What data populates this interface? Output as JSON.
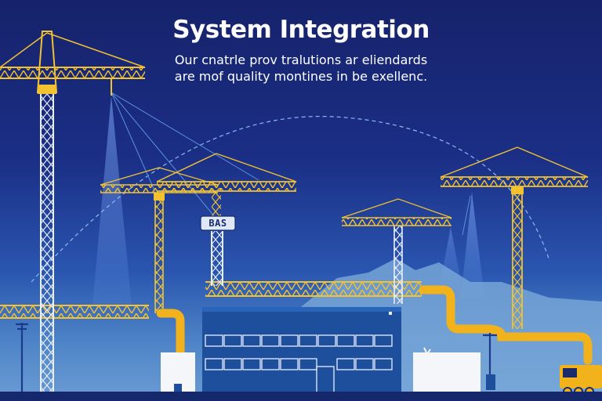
{
  "header": {
    "title": "System Integration",
    "subtitle_lines": [
      "Our cnatrle prov tralutions ar eliendards",
      "are mof quality montines in be exellenc."
    ]
  },
  "sign": {
    "label": "BAS"
  },
  "colors": {
    "sky_top": "#16226b",
    "sky_bottom": "#6b9bd4",
    "crane_yellow": "#f2c230",
    "mast_white": "#e8eef8",
    "building_blue": "#1e4f9c",
    "text": "#ffffff"
  },
  "icons": [
    "tower-crane-icon",
    "pipe-icon",
    "excavator-icon",
    "utility-pole-icon",
    "building-icon"
  ]
}
